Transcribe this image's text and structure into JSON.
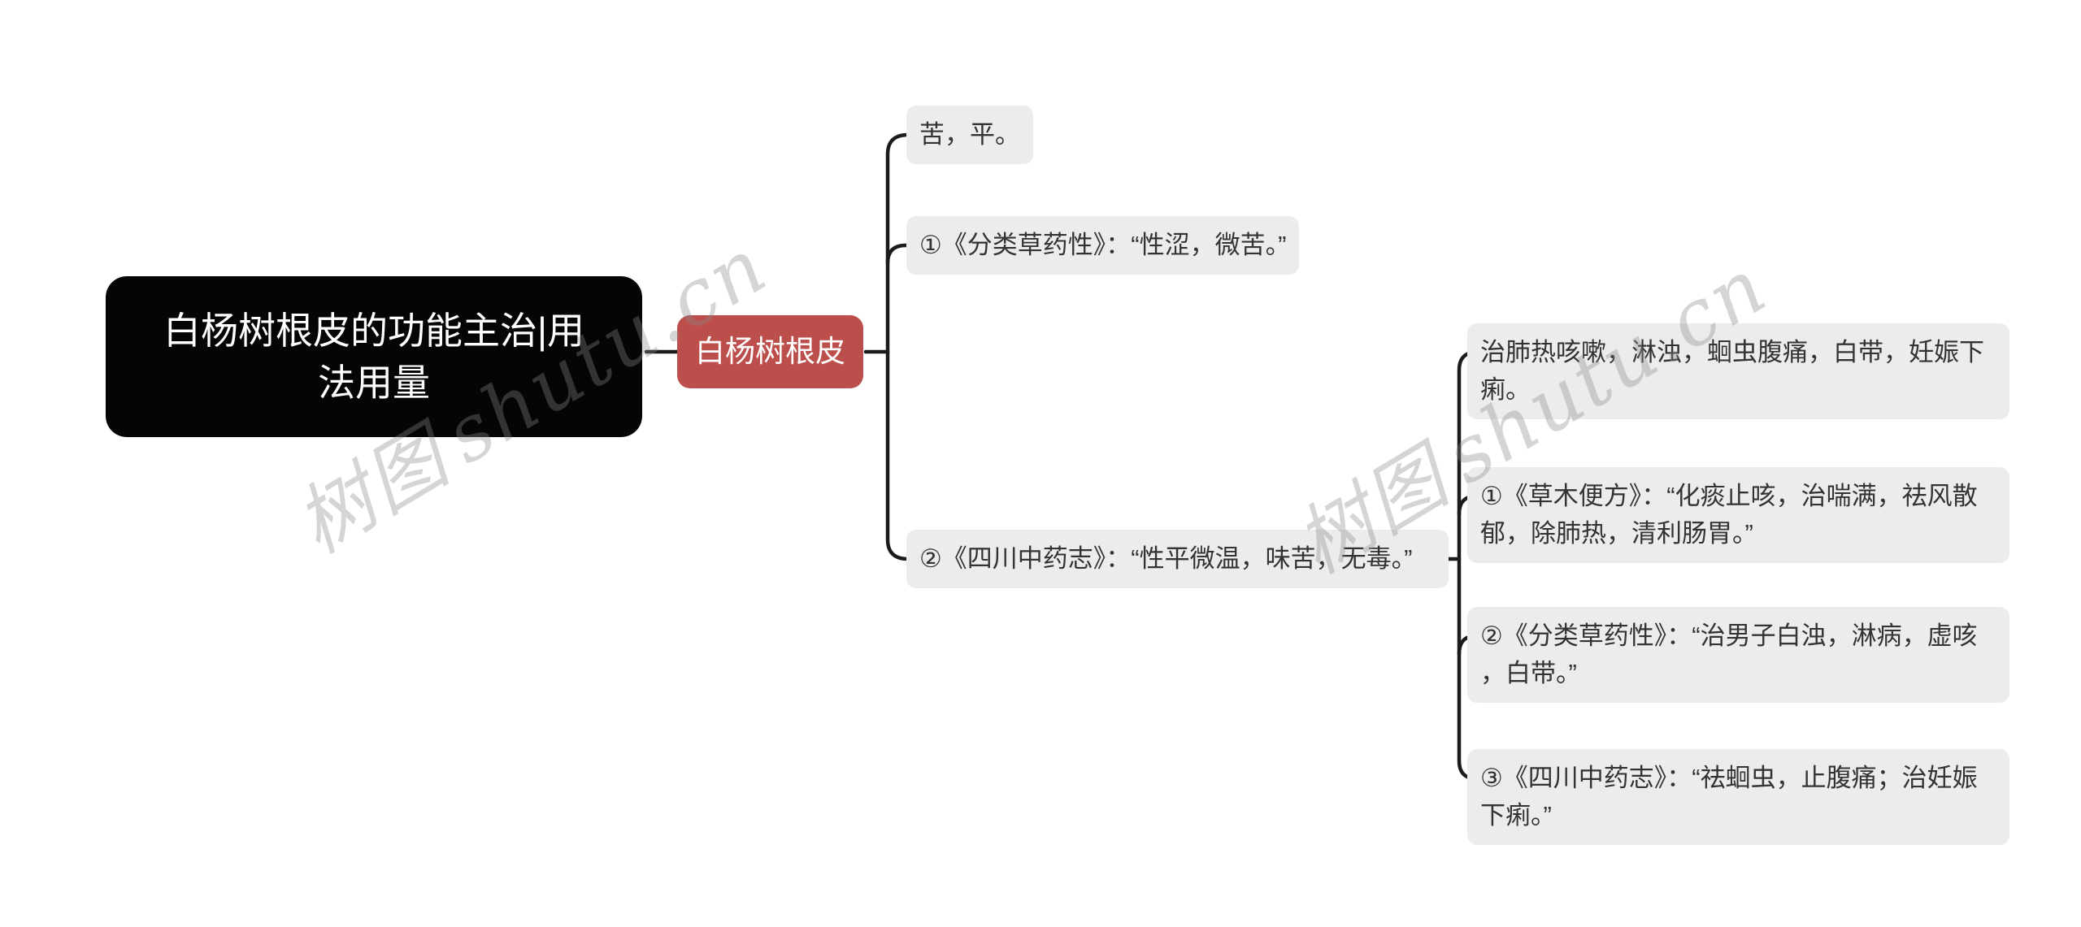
{
  "diagram": {
    "type": "mindmap",
    "site_watermark": {
      "cn": "树图",
      "latin": "shutu.cn"
    },
    "title_node": {
      "text": "白杨树根皮的功能主治|用法用量"
    },
    "root_node": {
      "text": "白杨树根皮"
    },
    "branches": [
      {
        "text": "苦，平。"
      },
      {
        "text": "①《分类草药性》：“性涩，微苦。”"
      },
      {
        "text": "②《四川中药志》：“性平微温，味苦，无毒。”"
      }
    ],
    "sub_branches": [
      {
        "text": "治肺热咳嗽，淋浊，蛔虫腹痛，白带，妊娠下痢。"
      },
      {
        "text": "①《草木便方》：“化痰止咳，治喘满，祛风散郁，除肺热，清利肠胃。”"
      },
      {
        "text": "②《分类草药性》：“治男子白浊，淋病，虚咳，白带。”"
      },
      {
        "text": "③《四川中药志》：“祛蛔虫，止腹痛；治妊娠下痢。”"
      }
    ]
  },
  "colors": {
    "title_bg": "#050505",
    "root_bg": "#bc4f4b",
    "leaf_bg": "#ececec",
    "leaf_text": "#333333",
    "connector": "#1b1b1b",
    "watermark": "#8a8a8a"
  }
}
